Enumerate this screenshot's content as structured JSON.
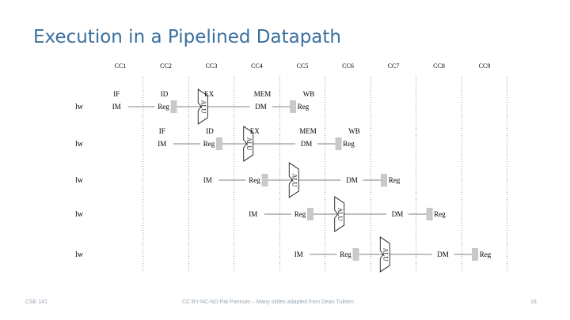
{
  "slide": {
    "title": "Execution in a Pipelined Datapath",
    "footer_left": "CSE 141",
    "footer_center": "CC BY-NC-ND Pat Pannuto – Many slides adapted from Dean Tullsen",
    "footer_right": "18"
  },
  "diagram": {
    "clock_cycles": [
      "CC1",
      "CC2",
      "CC3",
      "CC4",
      "CC5",
      "CC6",
      "CC7",
      "CC8",
      "CC9"
    ],
    "instructions": [
      {
        "op": "lw",
        "stage_labels": [
          "IF",
          "ID",
          "EX",
          "MEM",
          "WB"
        ]
      },
      {
        "op": "lw",
        "stage_labels": [
          "IF",
          "ID",
          "EX",
          "MEM",
          "WB"
        ]
      },
      {
        "op": "lw",
        "stage_labels": []
      },
      {
        "op": "lw",
        "stage_labels": []
      },
      {
        "op": "lw",
        "stage_labels": []
      }
    ],
    "blocks": {
      "im": "IM",
      "reg": "Reg",
      "alu": "ALU",
      "dm": "DM"
    },
    "colors": {
      "line": "#000000",
      "reg_shade": "#c9c9c9",
      "title": "#3a6f9e",
      "footer": "#9aa6b3"
    }
  }
}
